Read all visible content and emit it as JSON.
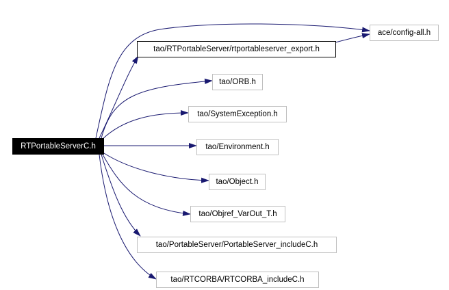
{
  "graph": {
    "root": "RTPortableServerC.h",
    "nodes": {
      "ace_config_all": "ace/config-all.h",
      "rtportableserver_export": "tao/RTPortableServer/rtportableserver_export.h",
      "orb": "tao/ORB.h",
      "system_exception": "tao/SystemException.h",
      "environment": "tao/Environment.h",
      "object": "tao/Object.h",
      "objref_varout": "tao/Objref_VarOut_T.h",
      "portableserver_include": "tao/PortableServer/PortableServer_includeC.h",
      "rtcorba_include": "tao/RTCORBA/RTCORBA_includeC.h"
    },
    "edges": [
      {
        "from": "root",
        "to": "ace_config_all"
      },
      {
        "from": "root",
        "to": "rtportableserver_export"
      },
      {
        "from": "rtportableserver_export",
        "to": "ace_config_all"
      },
      {
        "from": "root",
        "to": "orb"
      },
      {
        "from": "root",
        "to": "system_exception"
      },
      {
        "from": "root",
        "to": "environment"
      },
      {
        "from": "root",
        "to": "object"
      },
      {
        "from": "root",
        "to": "objref_varout"
      },
      {
        "from": "root",
        "to": "portableserver_include"
      },
      {
        "from": "root",
        "to": "rtcorba_include"
      }
    ],
    "colors": {
      "edge": "#191970",
      "root_fill": "#000000",
      "root_text": "#ffffff",
      "node_border": "#bfbfbf",
      "highlight_border": "#000000"
    }
  }
}
